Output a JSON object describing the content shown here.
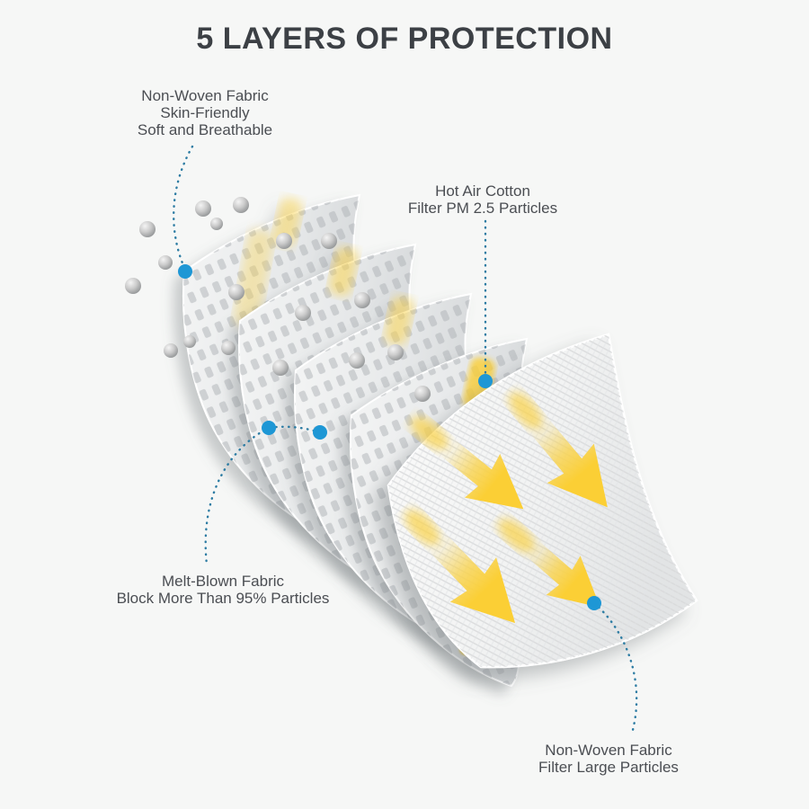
{
  "title": "5 LAYERS OF PROTECTION",
  "colors": {
    "accent_yellow": "#fbcf35",
    "soft_yellow": "#f9d34d",
    "marker_blue": "#1e97d5",
    "leader_line": "#2d7ca3"
  },
  "callouts": {
    "outer_front": {
      "line1": "Non-Woven Fabric",
      "line2": "Skin-Friendly",
      "line3": "Soft and Breathable"
    },
    "hot_air_cotton": {
      "line1": "Hot Air Cotton",
      "line2": "Filter PM 2.5 Particles"
    },
    "melt_blown": {
      "line1": "Melt-Blown Fabric",
      "line2": "Block More Than 95% Particles"
    },
    "outer_back": {
      "line1": "Non-Woven Fabric",
      "line2": "Filter Large Particles"
    }
  }
}
